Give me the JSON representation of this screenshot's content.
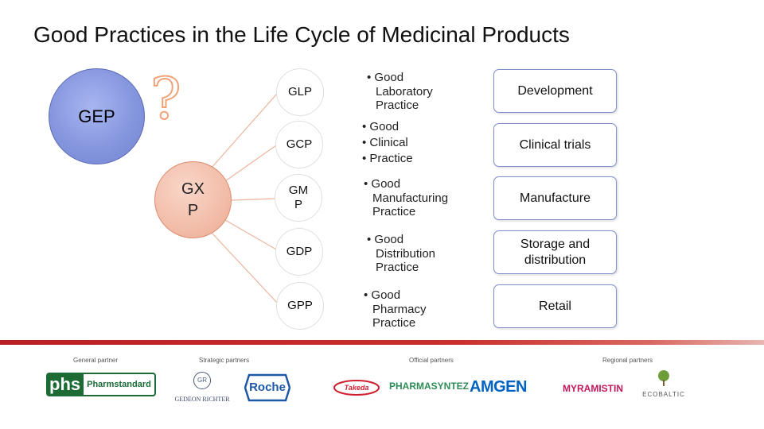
{
  "title": "Good Practices in the Life Cycle of Medicinal Products",
  "gep": {
    "label": "GEP"
  },
  "question_mark": "?",
  "gxp": {
    "label": "GX P"
  },
  "practices": [
    {
      "abbr": "GLP",
      "lines": [
        "• Good",
        "Laboratory",
        "Practice"
      ],
      "stage": "Development"
    },
    {
      "abbr": "GCP",
      "lines": [
        "• Good",
        "• Clinical",
        "• Practice"
      ],
      "stage": "Clinical trials"
    },
    {
      "abbr": "GM P",
      "lines": [
        "• Good",
        "Manufacturing",
        "Practice"
      ],
      "stage": "Manufacture"
    },
    {
      "abbr": "GDP",
      "lines": [
        "• Good",
        "Distribution",
        "Practice"
      ],
      "stage": "Storage and distribution"
    },
    {
      "abbr": "GPP",
      "lines": [
        "• Good",
        "Pharmacy",
        "Practice"
      ],
      "stage": "Retail"
    }
  ],
  "partners": {
    "general_label": "General partner",
    "strategic_label": "Strategic partners",
    "official_label": "Official partners",
    "regional_label": "Regional partners",
    "logos": {
      "phs_mark": "phs",
      "pharmstandard": "Pharmstandard",
      "gedeon_richter": "GEDEON RICHTER",
      "gedeon_mark": "GR",
      "roche": "Roche",
      "takeda": "Takeda",
      "pharmasyntez": "PHARMASYNTEZ",
      "amgen": "AMGEN",
      "myramistin": "MYRAMISTIN",
      "ecobaltic": "ECOBALTIC"
    }
  },
  "colors": {
    "gep_fill": "#8596df",
    "gxp_fill": "#f2bda9",
    "accent_red": "#c0282d",
    "stage_border": "#8190cb"
  }
}
